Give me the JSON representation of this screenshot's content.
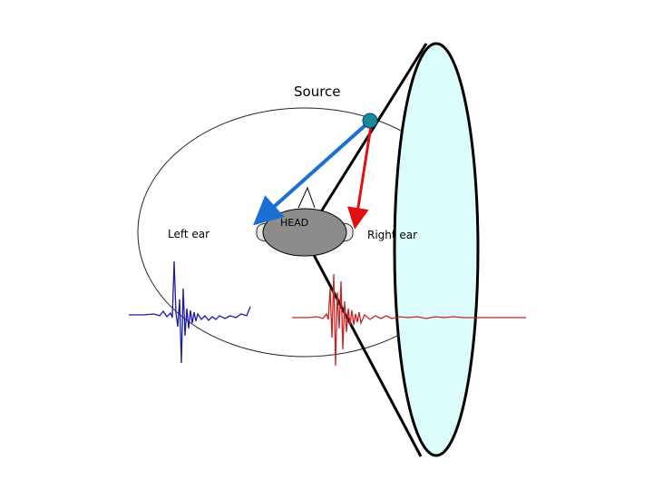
{
  "labels": {
    "source": "Source",
    "left_ear": "Left ear",
    "right_ear": "Right ear",
    "head": "HEAD"
  },
  "colors": {
    "left_path": "#1a6fd4",
    "right_path": "#e01010",
    "left_waveform": "#1a1aaa",
    "right_waveform": "#cc2222",
    "head_fill": "#8c8c8c",
    "cone_fill": "#dcfcfc",
    "source_fill": "#1a8a9a"
  }
}
